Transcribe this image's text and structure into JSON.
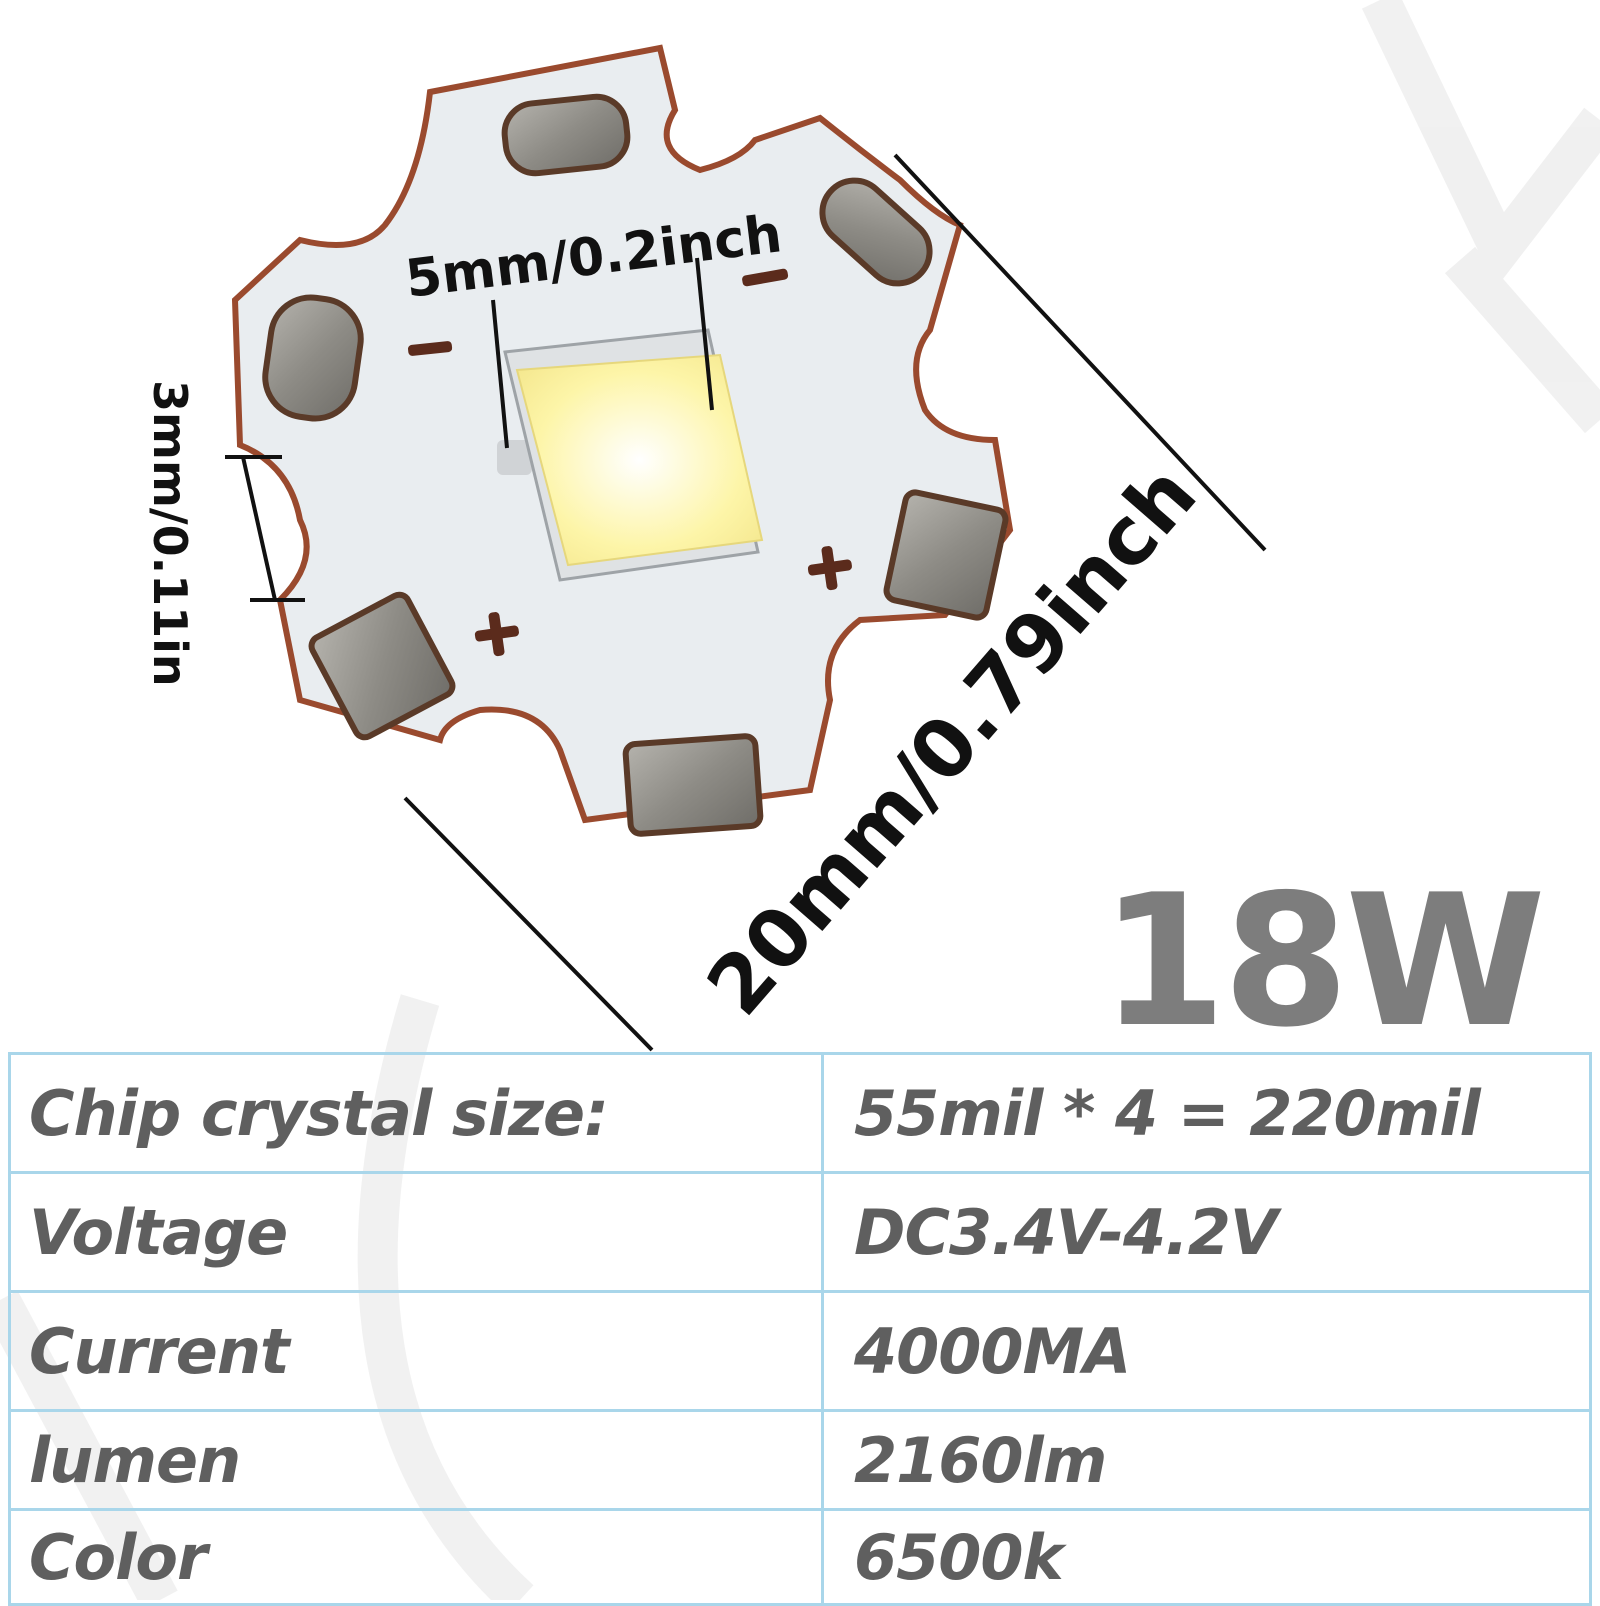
{
  "dimensions": {
    "chip_width": "5mm/0.2inch",
    "board_diameter": "20mm/0.79inch",
    "mount_notch": "3mm/0.11in"
  },
  "polarity": {
    "minus": "-",
    "plus": "+"
  },
  "power_rating": "18W",
  "specs": [
    {
      "label": "Chip crystal size:",
      "value": "55mil * 4 = 220mil"
    },
    {
      "label": "Voltage",
      "value": "DC3.4V-4.2V"
    },
    {
      "label": "Current",
      "value": "4000MA"
    },
    {
      "label": "lumen",
      "value": "2160lm"
    },
    {
      "label": "Color",
      "value": "6500k"
    }
  ],
  "colors": {
    "board": "#e8ecef",
    "copper_edge": "#9a4a2e",
    "pad": "#8f8d88",
    "led_chip": "#fdf7b8",
    "table_border": "#a9d6ea",
    "text_gray": "#5f5f5f",
    "power_gray": "#7d7d7d"
  }
}
